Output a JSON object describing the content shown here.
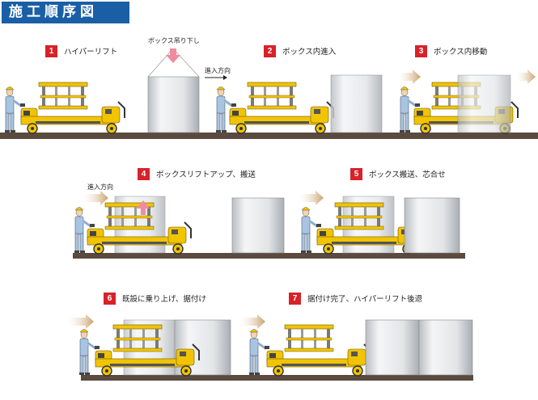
{
  "title": "施工順序図",
  "steps": [
    {
      "num": "1",
      "label": "ハイパーリフト"
    },
    {
      "num": "2",
      "label": "ボックス内進入"
    },
    {
      "num": "3",
      "label": "ボックス内移動"
    },
    {
      "num": "4",
      "label": "ボックスリフトアップ、搬送"
    },
    {
      "num": "5",
      "label": "ボックス搬送、芯合せ"
    },
    {
      "num": "6",
      "label": "既設に乗り上げ、据付け"
    },
    {
      "num": "7",
      "label": "据付け完了、ハイパーリフト後退"
    }
  ],
  "notes": {
    "box_lowering": "ボックス吊り下し",
    "direction_1": "進入方向",
    "direction_4": "進入方向"
  },
  "colors": {
    "title_bg": "#1a5fa6",
    "step_badge": "#d7222a",
    "machine": "#f2c400",
    "ground": "#5a4a3f",
    "arrow": "#c9a06a",
    "pink_arrow": "#f08ca0",
    "worker": "#a7c5e3"
  }
}
